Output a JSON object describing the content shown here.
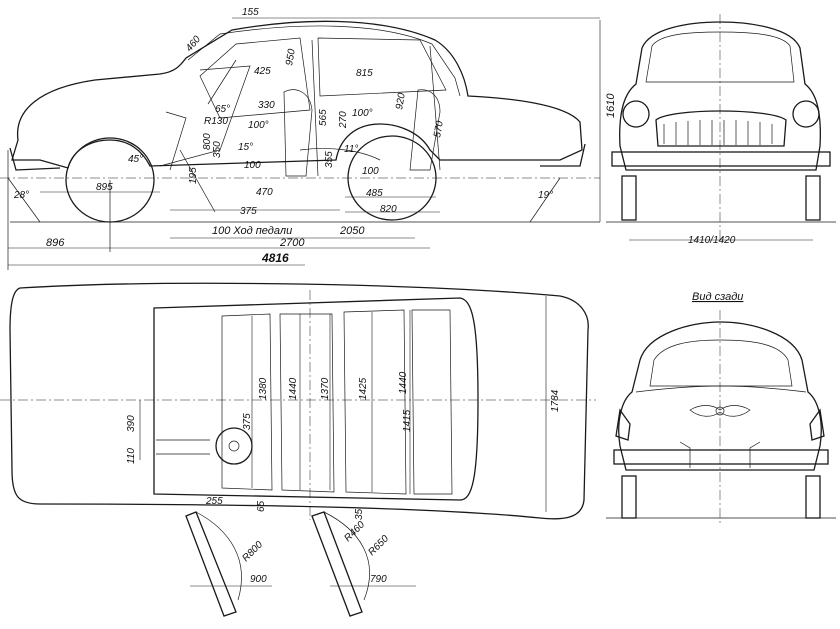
{
  "side_view": {
    "overall_length": "4816",
    "wheelbase": "2700",
    "front_overhang": "896",
    "pedal_label": "100 Ход педали",
    "interior_length": "2050",
    "height": "1610",
    "dims": [
      "155",
      "460",
      "425",
      "950",
      "815",
      "65°",
      "330",
      "R130",
      "100°",
      "800",
      "350",
      "15°",
      "100",
      "195",
      "45°",
      "28°",
      "895",
      "470",
      "375",
      "565",
      "270",
      "355",
      "100°",
      "920",
      "570",
      "11°",
      "100",
      "485",
      "820",
      "19°"
    ]
  },
  "front_view": {
    "track": "1410/1420"
  },
  "plan_view": {
    "width": "1784",
    "dims": [
      "1380",
      "1440",
      "1370",
      "1425",
      "1440",
      "1415",
      "390",
      "110",
      "375",
      "255",
      "65",
      "35",
      "R800",
      "R460",
      "R650",
      "900",
      "790"
    ]
  },
  "rear_view": {
    "title": "Вид сзади"
  }
}
